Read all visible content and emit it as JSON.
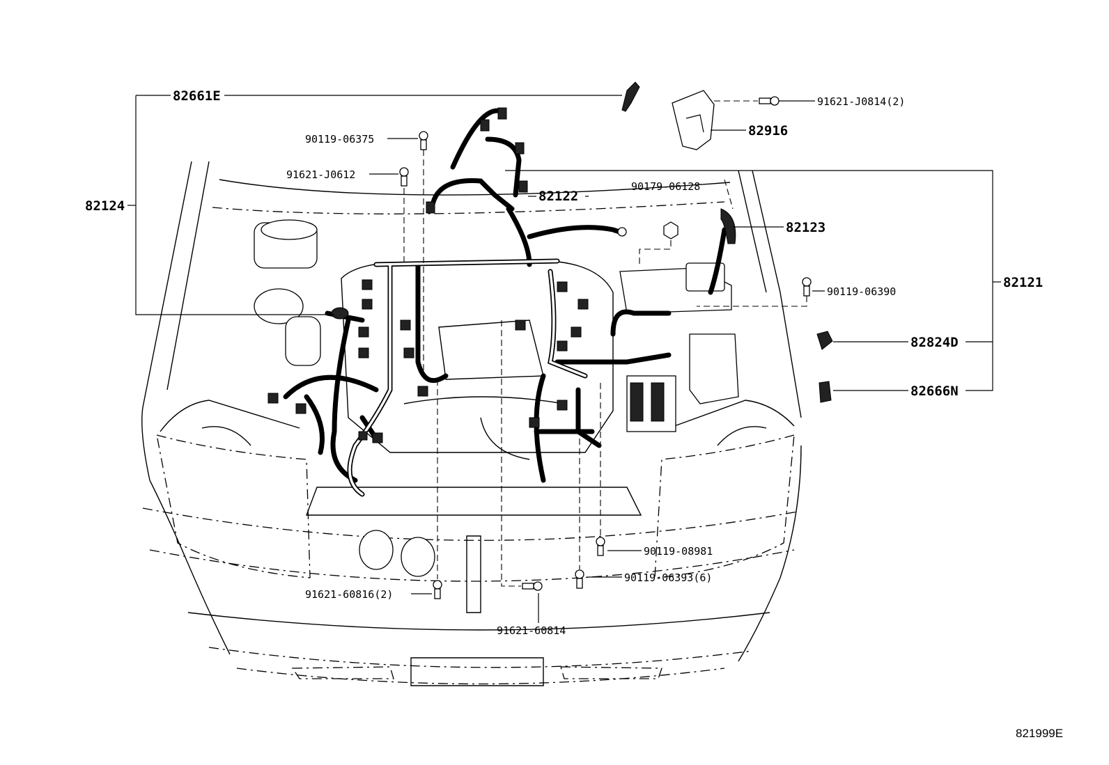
{
  "diagram": {
    "reference_code": "821999E",
    "callouts": {
      "c_82661E": "82661E",
      "c_82124": "82124",
      "c_90119_06375": "90119-06375",
      "c_91621_J0612": "91621-J0612",
      "c_82122": "82122",
      "c_90179_06128": "90179-06128",
      "c_82123": "82123",
      "c_91621_J0814": "91621-J0814(2)",
      "c_82916": "82916",
      "c_82121": "82121",
      "c_90119_06390": "90119-06390",
      "c_82824D": "82824D",
      "c_82666N": "82666N",
      "c_90119_08981": "90119-08981",
      "c_90119_06393": "90119-06393(6)",
      "c_91621_60816": "91621-60816(2)",
      "c_91621_60814": "91621-60814"
    }
  }
}
